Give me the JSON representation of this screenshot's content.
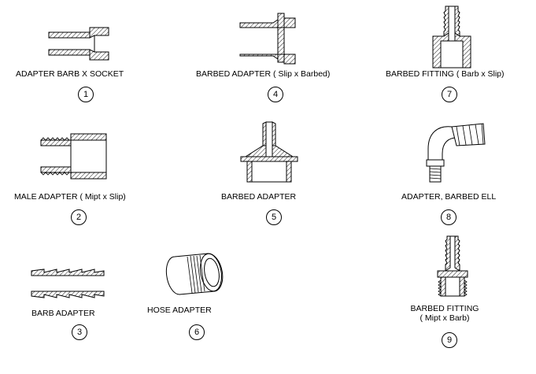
{
  "items": [
    {
      "label": "ADAPTER  BARB X SOCKET",
      "number": "1"
    },
    {
      "label": "MALE ADAPTER  ( Mipt x Slip)",
      "number": "2"
    },
    {
      "label": "BARB ADAPTER",
      "number": "3"
    },
    {
      "label": "BARBED ADAPTER  ( Slip x Barbed)",
      "number": "4"
    },
    {
      "label": "BARBED ADAPTER",
      "number": "5"
    },
    {
      "label": "HOSE ADAPTER",
      "number": "6"
    },
    {
      "label": "BARBED FITTING  ( Barb x Slip)",
      "number": "7"
    },
    {
      "label": "ADAPTER, BARBED ELL",
      "number": "8"
    },
    {
      "label": "BARBED FITTING",
      "label_line2": "( Mipt x Barb)",
      "number": "9"
    }
  ]
}
